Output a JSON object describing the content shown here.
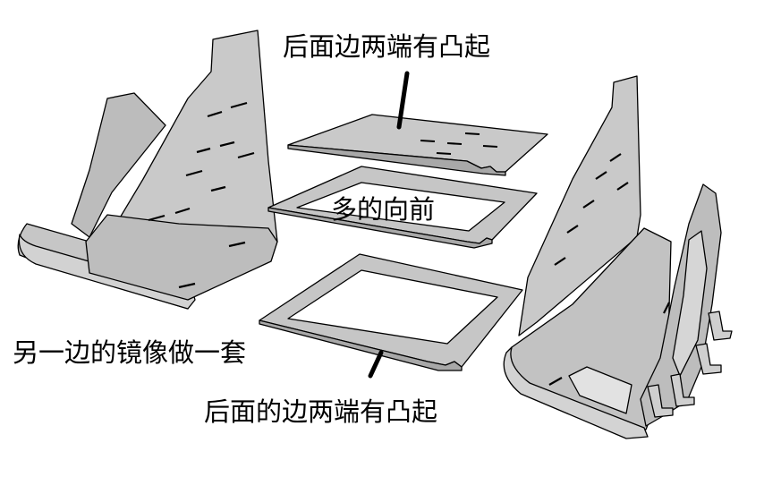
{
  "labels": {
    "top": "后面边两端有凸起",
    "middle": "多的向前",
    "left": "另一边的镜像做一套",
    "bottom": "后面的边两端有凸起"
  },
  "colors": {
    "face": "#c3c3c3",
    "face_light": "#cfcfcf",
    "face_dark": "#a9a9a9",
    "edge": "#000000",
    "background": "#ffffff"
  }
}
